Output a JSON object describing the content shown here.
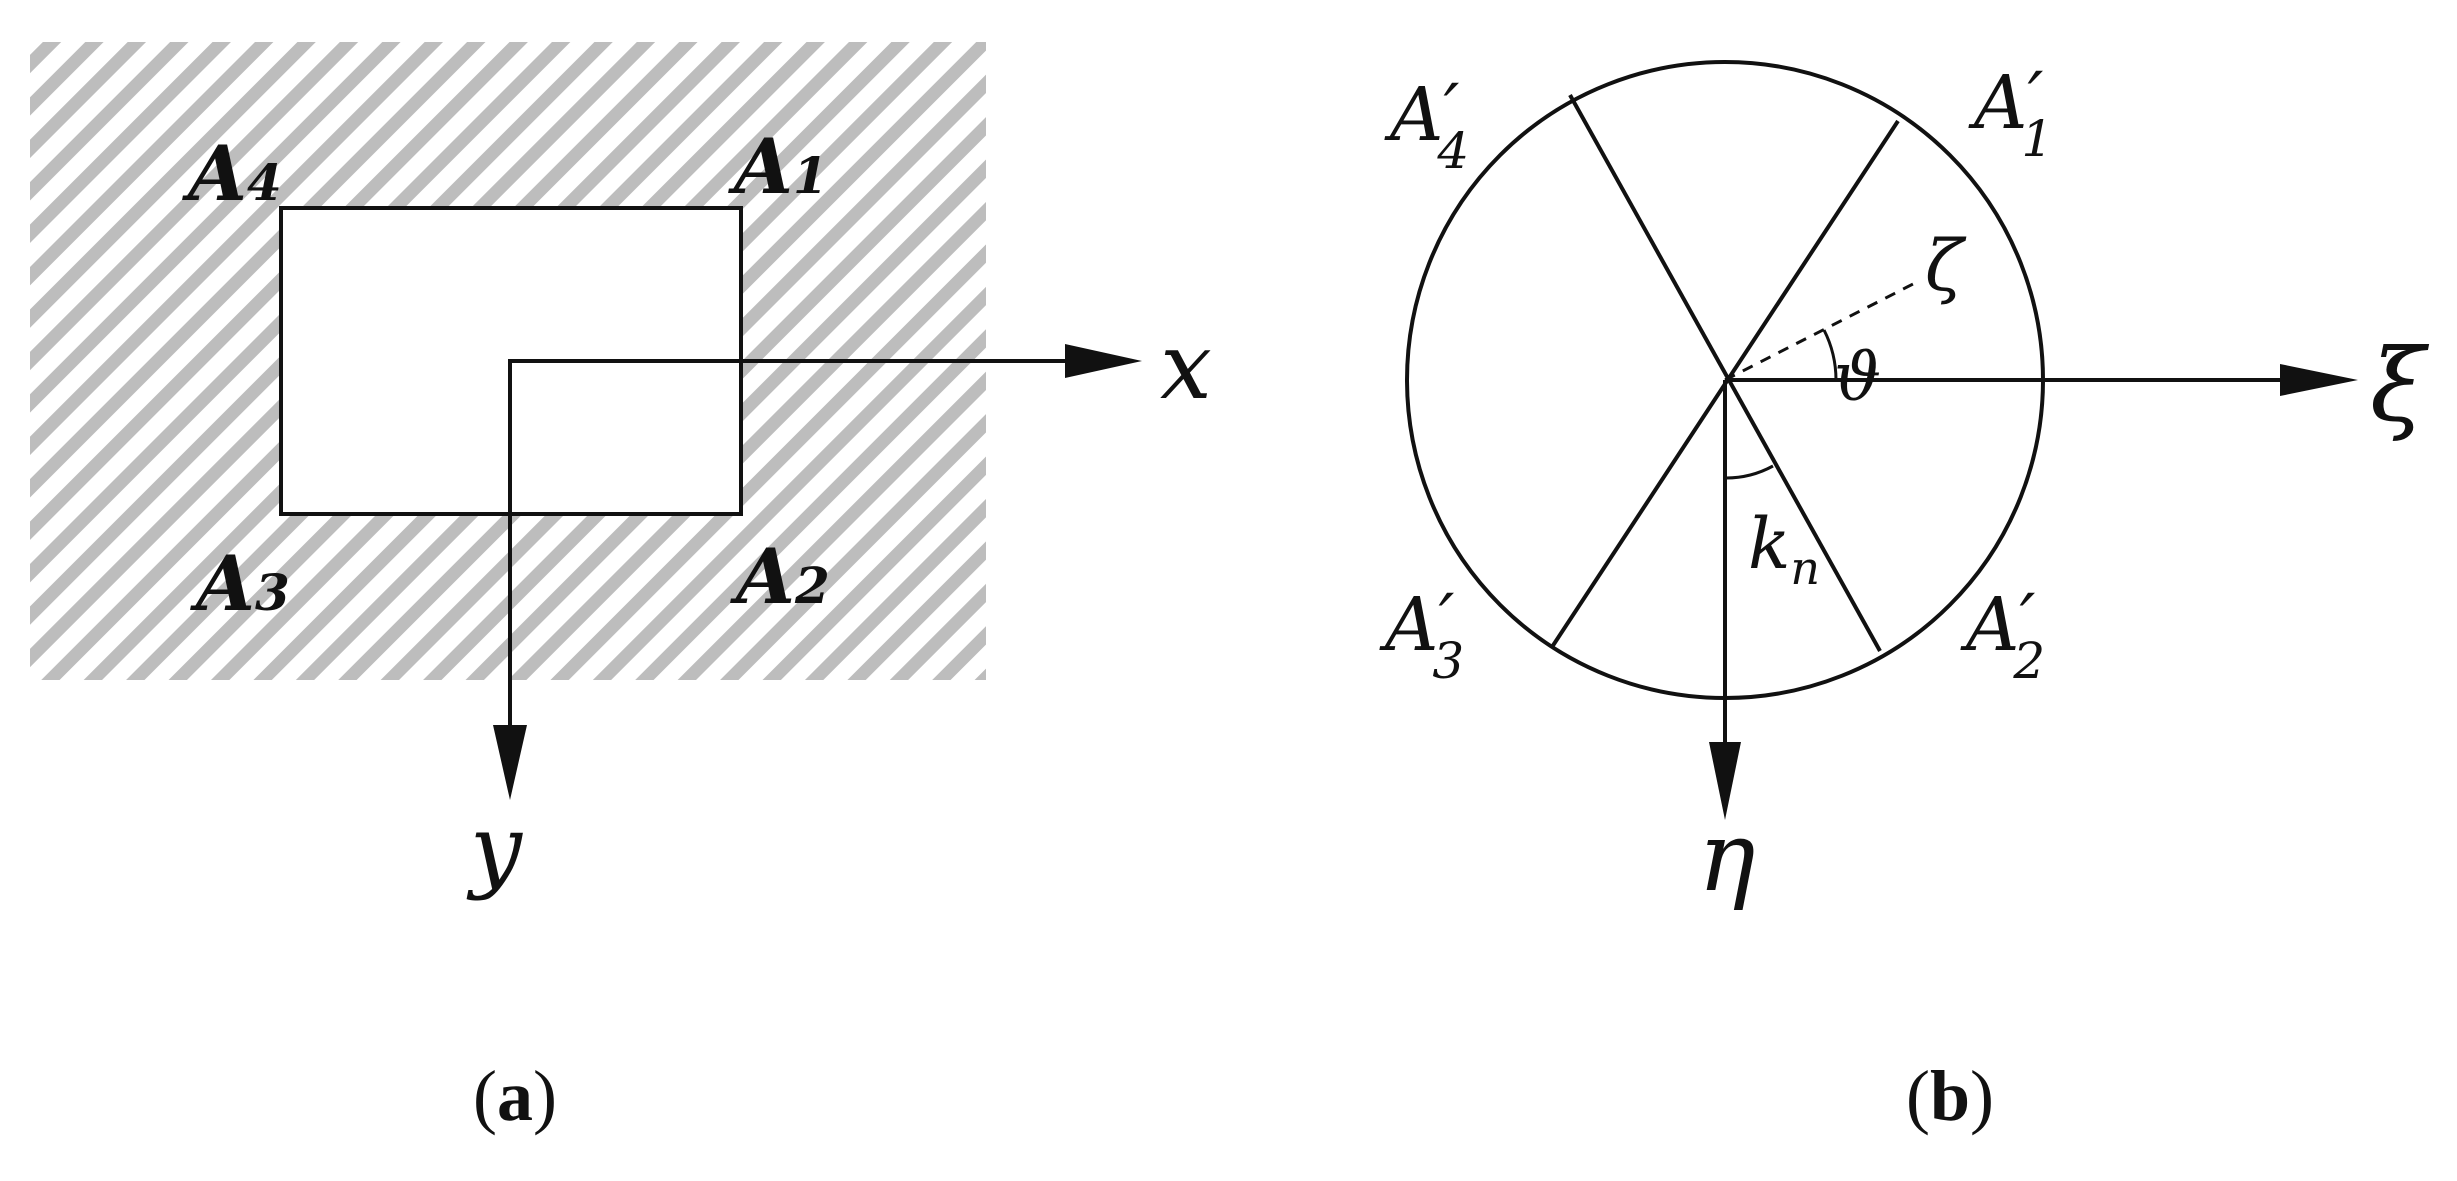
{
  "panel_a": {
    "caption_open": "(",
    "caption_letter": "a",
    "caption_close": ")",
    "corner_labels": {
      "a4": {
        "base": "A",
        "sub": "4"
      },
      "a1": {
        "base": "A",
        "sub": "1"
      },
      "a3": {
        "base": "A",
        "sub": "3"
      },
      "a2": {
        "base": "A",
        "sub": "2"
      }
    },
    "axis_x": "x",
    "axis_y": "y",
    "hatch_color": "#bdbdbd"
  },
  "panel_b": {
    "caption_open": "(",
    "caption_letter": "b",
    "caption_close": ")",
    "corner_labels": {
      "a4p": {
        "base": "A",
        "prime": "′",
        "sub": "4"
      },
      "a1p": {
        "base": "A",
        "prime": "′",
        "sub": "1"
      },
      "a3p": {
        "base": "A",
        "prime": "′",
        "sub": "3"
      },
      "a2p": {
        "base": "A",
        "prime": "′",
        "sub": "2"
      }
    },
    "axis_xi": "ξ",
    "axis_eta": "η",
    "zeta": "ζ",
    "theta": "ϑ",
    "k_base": "k",
    "k_sub": "n"
  },
  "colors": {
    "line": "#111111",
    "background": "#ffffff"
  }
}
